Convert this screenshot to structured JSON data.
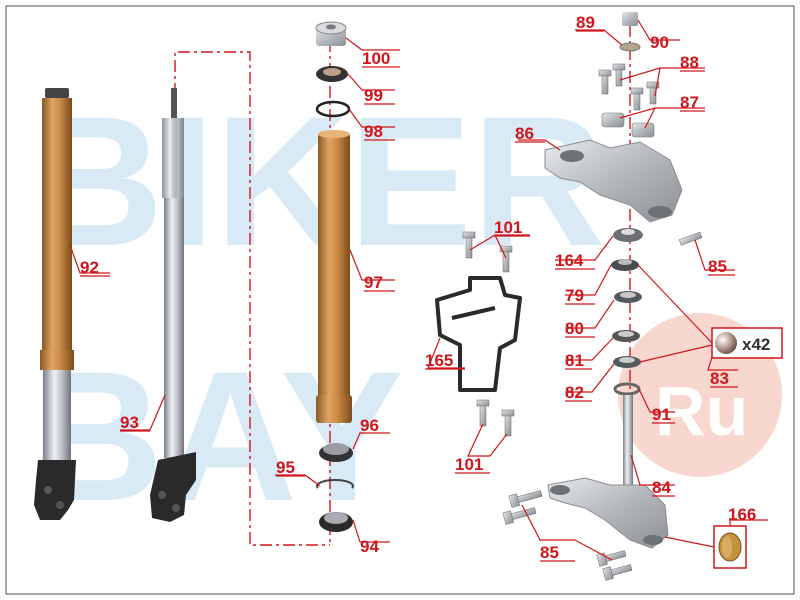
{
  "colors": {
    "callout": "#d0161a",
    "leader": "#d0161a",
    "watermark": "#d8eaf6",
    "watermark_circle": "#f6cbbd",
    "bronze": "#c98a44",
    "chrome": "#c8ccd2",
    "alloy": "#b9bcc0",
    "dark": "#2a2a2a",
    "frame": "#6d6d6d"
  },
  "watermark": {
    "line1": "BIKER",
    "line2": "BAY",
    "badge": "Ru"
  },
  "labels": {
    "p100": "100",
    "p99": "99",
    "p98": "98",
    "p97": "97",
    "p96": "96",
    "p95": "95",
    "p94": "94",
    "p92": "92",
    "p93": "93",
    "p89": "89",
    "p90": "90",
    "p88": "88",
    "p87": "87",
    "p86": "86",
    "p101a": "101",
    "p101b": "101",
    "p164": "164",
    "p85a": "85",
    "p85b": "85",
    "p79": "79",
    "p80": "80",
    "p81": "81",
    "p82": "82",
    "p83": "83",
    "p165": "165",
    "p91": "91",
    "p84": "84",
    "p166": "166",
    "qty83": "x42"
  }
}
